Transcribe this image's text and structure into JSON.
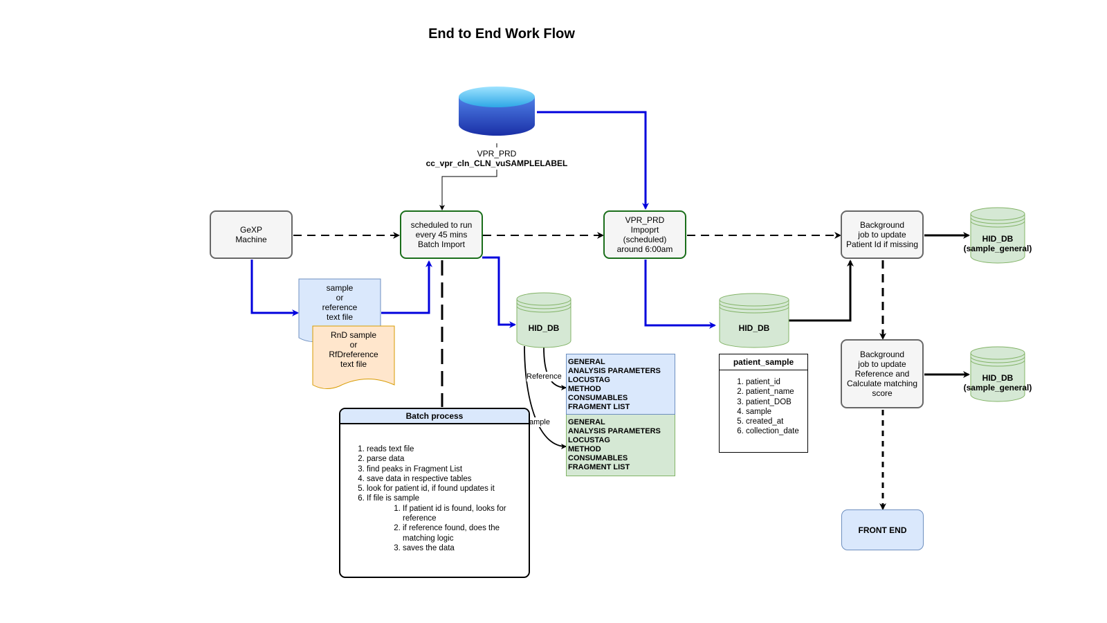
{
  "title": "End to End Work Flow",
  "source_db": {
    "line1": "VPR_PRD",
    "line2": "cc_vpr_cln_CLN_vuSAMPLELABEL"
  },
  "nodes": {
    "gexp": "GeXP\nMachine",
    "batch_import": "scheduled to run\nevery 45 mins\nBatch Import",
    "vpr_import": "VPR_PRD\nImpoprt\n(scheduled)\naround 6:00am",
    "bg_job_patient": "Background\njob to update\nPatient Id if missing",
    "bg_job_reference": "Background\njob to update\nReference and\nCalculate matching\nscore",
    "front_end": "FRONT END",
    "sample_file": "sample\nor\nreference\ntext file",
    "rnd_file": "RnD sample\nor\nRfDreference\ntext file"
  },
  "databases": {
    "hid_db_1": "HID_DB",
    "hid_db_2": "HID_DB",
    "hid_db_sample_general_1": "HID_DB\n(sample_general)",
    "hid_db_sample_general_2": "HID_DB\n(sample_general)"
  },
  "edge_labels": {
    "reference": "Reference",
    "sample": "ample"
  },
  "reference_fields": [
    "GENERAL",
    "ANALYSIS PARAMETERS",
    "LOCUSTAG",
    "METHOD",
    "CONSUMABLES",
    "FRAGMENT LIST"
  ],
  "sample_fields": [
    "GENERAL",
    "ANALYSIS PARAMETERS",
    "LOCUSTAG",
    "METHOD",
    "CONSUMABLES",
    "FRAGMENT LIST"
  ],
  "patient_sample": {
    "title": "patient_sample",
    "columns": [
      "patient_id",
      "patient_name",
      "patient_DOB",
      "sample",
      "created_at",
      "collection_date"
    ]
  },
  "batch_process": {
    "title": "Batch process",
    "steps": [
      "reads text file",
      "parse data",
      "find peaks in Fragment List",
      "save data in respective tables",
      "look for patient id, if found updates it",
      "If file is sample"
    ],
    "sub_steps": [
      "If patient id is found, looks for reference",
      "if reference found, does the matching logic",
      "saves the data"
    ]
  },
  "colors": {
    "blue_edge": "#0000dd",
    "green_border": "#1a6e1a",
    "db_green": "#d5e8d4",
    "db_green_stroke": "#82b366",
    "file_blue": "#dae8fc",
    "file_orange": "#ffe6cc"
  }
}
